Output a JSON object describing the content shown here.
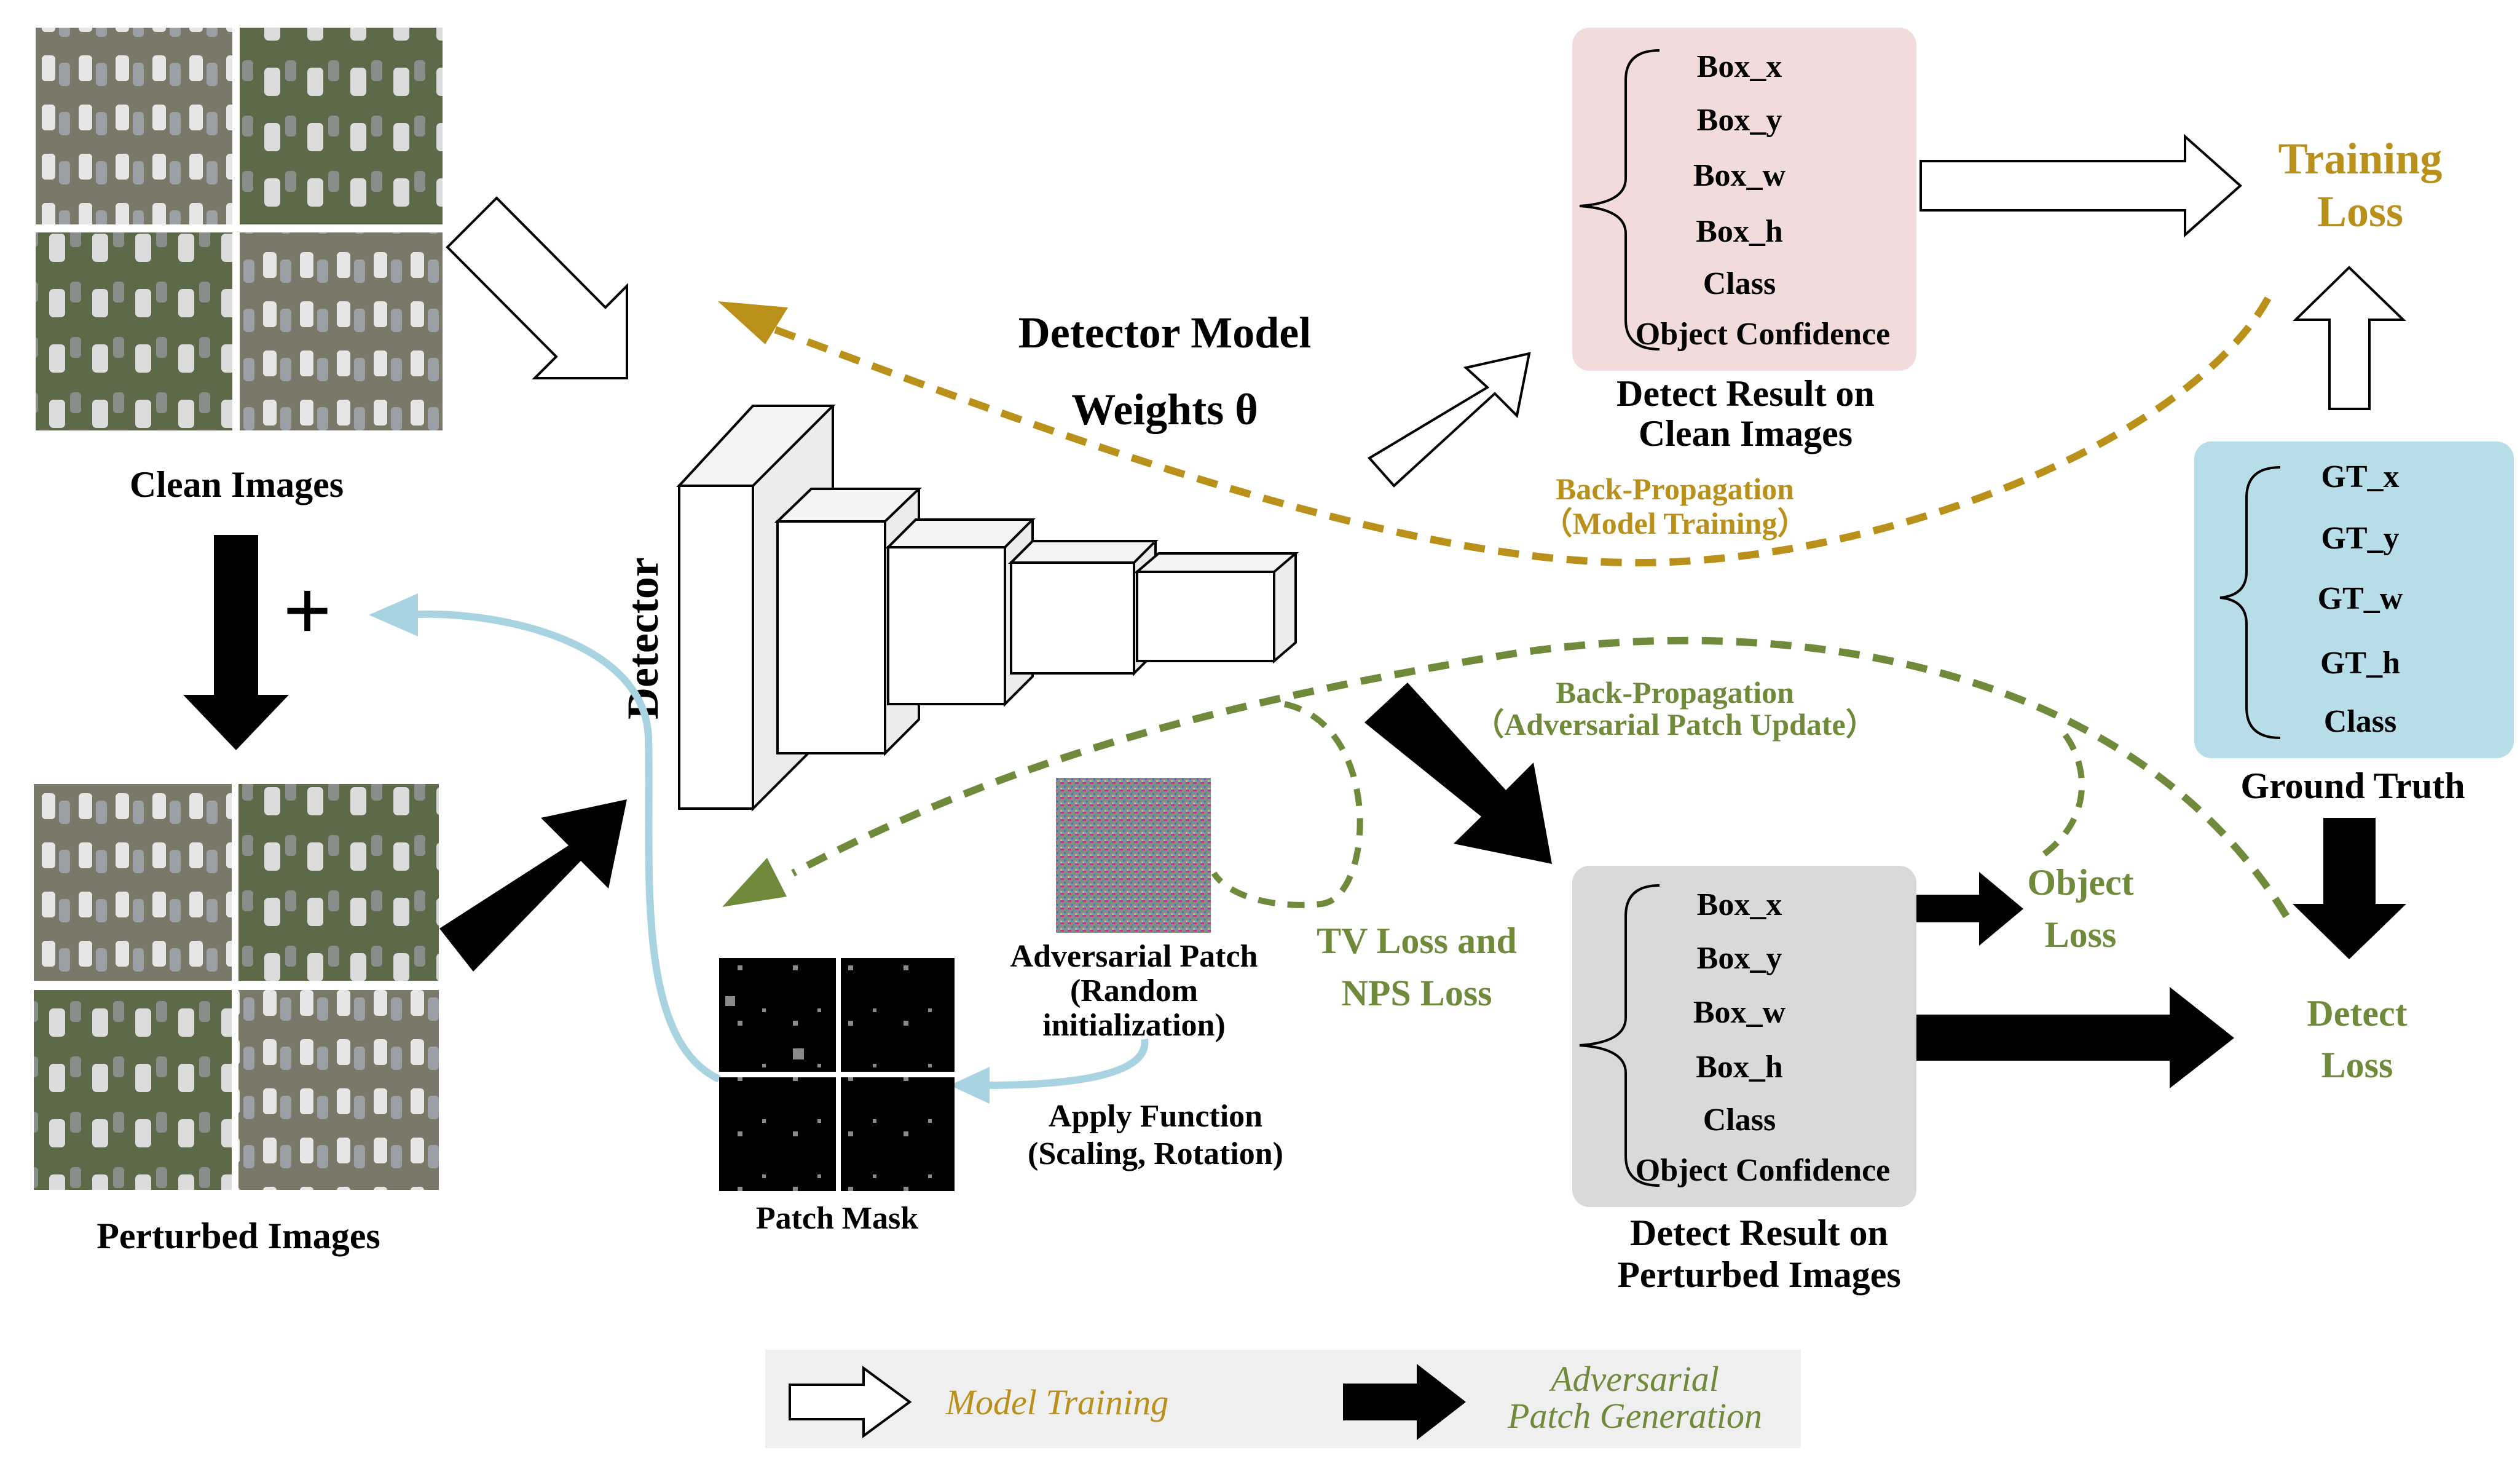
{
  "images": {
    "clean_label": "Clean Images",
    "perturbed_label": "Perturbed Images",
    "plus": "+"
  },
  "detector": {
    "vertical_label": "Detector",
    "model_title": "Detector Model",
    "weights_label": "Weights θ"
  },
  "clean_result": {
    "fields": [
      "Box_x",
      "Box_y",
      "Box_w",
      "Box_h",
      "Class",
      "Object Confidence"
    ],
    "caption_line1": "Detect Result on",
    "caption_line2": "Clean Images"
  },
  "perturbed_result": {
    "fields": [
      "Box_x",
      "Box_y",
      "Box_w",
      "Box_h",
      "Class",
      "Object Confidence"
    ],
    "caption_line1": "Detect Result on",
    "caption_line2": "Perturbed Images"
  },
  "ground_truth": {
    "fields": [
      "GT_x",
      "GT_y",
      "GT_w",
      "GT_h",
      "Class"
    ],
    "caption": "Ground Truth"
  },
  "losses": {
    "training_line1": "Training",
    "training_line2": "Loss",
    "object_line1": "Object",
    "object_line2": "Loss",
    "detect_line1": "Detect",
    "detect_line2": "Loss",
    "tv_line1": "TV Loss and",
    "tv_line2": "NPS Loss"
  },
  "backprop": {
    "model_line1": "Back-Propagation",
    "model_line2": "（Model Training）",
    "patch_line1": "Back-Propagation",
    "patch_line2": "（Adversarial Patch Update）"
  },
  "patch": {
    "title_line1": "Adversarial Patch",
    "title_line2": "(Random",
    "title_line3": "initialization)",
    "mask_label": "Patch Mask",
    "apply_line1": "Apply Function",
    "apply_line2": "(Scaling, Rotation)"
  },
  "legend": {
    "model_training": "Model Training",
    "adv_line1": "Adversarial",
    "adv_line2": "Patch Generation"
  },
  "colors": {
    "gold": "#b8901a",
    "green": "#6f8a3a",
    "light_blue": "#a8d4e2",
    "clean_box": "#f2dcdb",
    "perturbed_box": "#d9d9d9",
    "gt_box": "#b7dde8",
    "legend_bg": "#efefef"
  }
}
